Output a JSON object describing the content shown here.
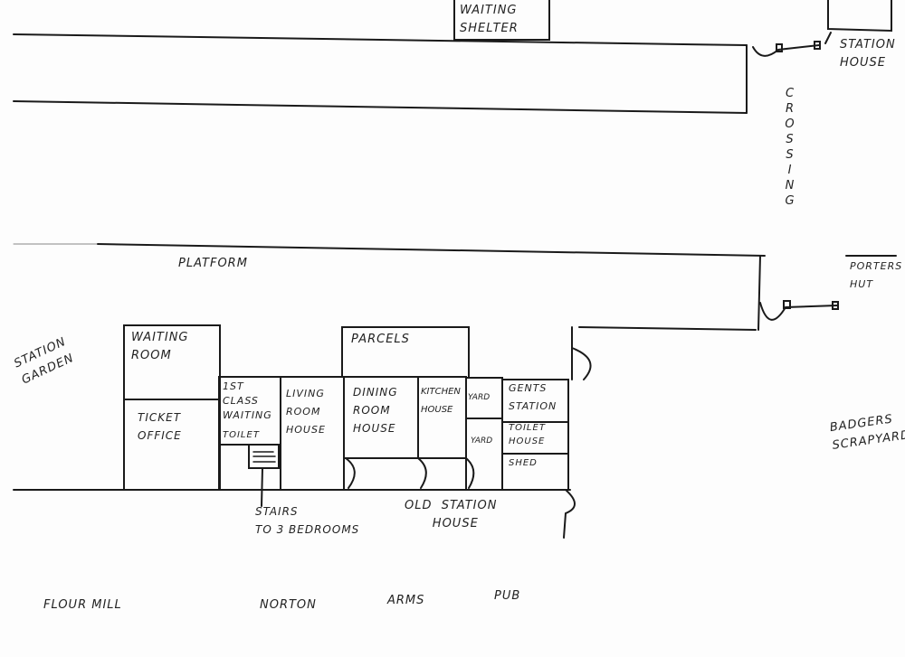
{
  "labels": {
    "waiting_shelter": "WAITING\nSHELTER",
    "station_house": "STATION\nHOUSE",
    "crossing": "CROSSING",
    "platform": "PLATFORM",
    "porters_hut": "PORTERS\nHUT",
    "station_garden": "STATION\nGARDEN",
    "waiting_room": "WAITING\nROOM",
    "ticket_office": "TICKET\nOFFICE",
    "first_class": "1ST\nCLASS\nWAITING",
    "toilet": "TOILET",
    "living_room": "LIVING\nROOM\nHOUSE",
    "parcels": "PARCELS",
    "dining_room": "DINING\nROOM\nHOUSE",
    "kitchen": "KITCHEN\nHOUSE",
    "yard_upper": "YARD",
    "yard_lower": "YARD",
    "gents": "GENTS\nSTATION",
    "toilet_house": "TOILET\nHOUSE",
    "shed": "SHED",
    "stairs": "STAIRS\nTO 3 BEDROOMS",
    "old_station_house": "OLD  STATION\n      HOUSE",
    "badgers_scrapyard": "BADGERS\nSCRAPYARD",
    "flour_mill": "FLOUR MILL",
    "norton_arms": "NORTON",
    "arms": "ARMS",
    "pub": "PUB"
  },
  "colors": {
    "ink": "#1a1a1a",
    "paper": "#fdfdfd"
  }
}
